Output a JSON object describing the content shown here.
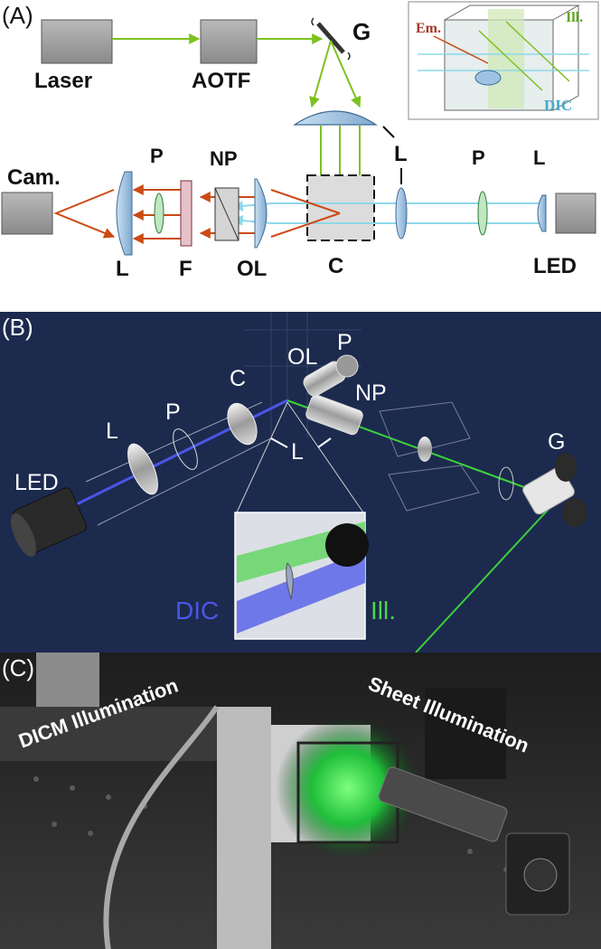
{
  "panel_a": {
    "tag": "(A)",
    "labels": {
      "laser": "Laser",
      "aotf": "AOTF",
      "galvo": "G",
      "camera": "Cam.",
      "p_left": "P",
      "np": "NP",
      "lens_top": "L",
      "p_right": "P",
      "l_right": "L",
      "l_left": "L",
      "filter": "F",
      "objective": "OL",
      "chamber": "C",
      "led": "LED"
    },
    "inset": {
      "em": "Em.",
      "ill": "Ill.",
      "dic": "DIC"
    },
    "colors": {
      "illumination": "#7dc11f",
      "emission": "#cc4a14",
      "dic": "#8ed8ea"
    }
  },
  "panel_b": {
    "tag": "(B)",
    "labels": {
      "c": "C",
      "ol": "OL",
      "p_top": "P",
      "np": "NP",
      "l_left": "L",
      "p_left": "P",
      "l_center": "L",
      "led": "LED",
      "g": "G"
    },
    "inset": {
      "dic": "DIC",
      "ill": "Ill."
    },
    "colors": {
      "background": "#1c2a4e",
      "dic": "#4b56e8",
      "illumination": "#3bd23b"
    }
  },
  "panel_c": {
    "tag": "(C)",
    "labels": {
      "dicm": "DICM Illumination",
      "sheet": "Sheet Illumination"
    }
  }
}
